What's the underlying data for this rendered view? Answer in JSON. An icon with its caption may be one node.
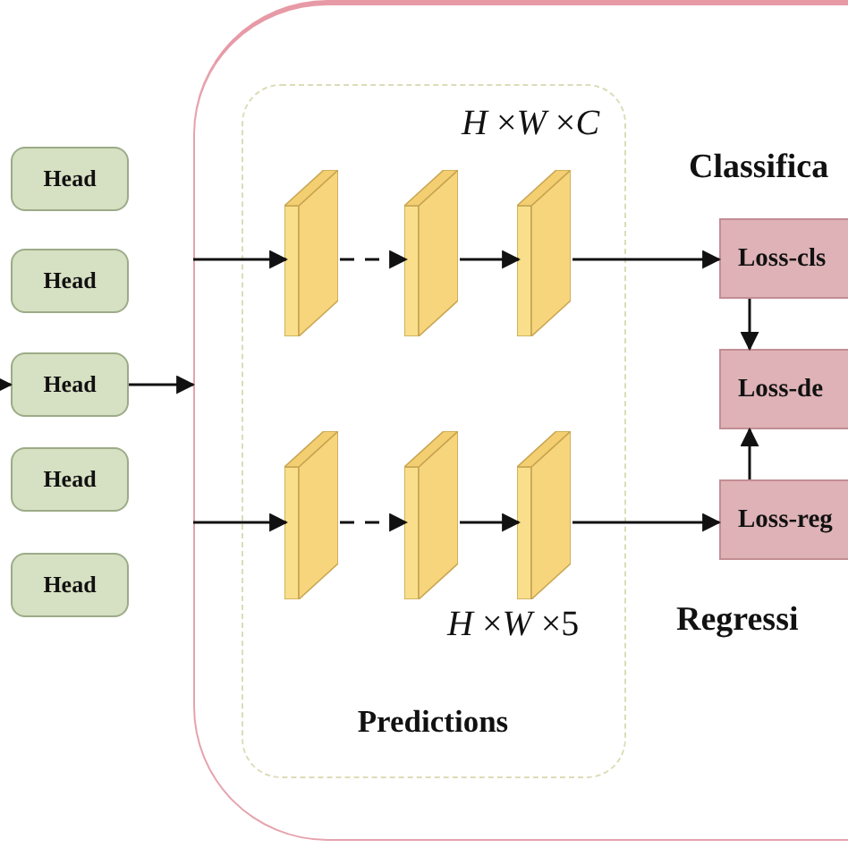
{
  "diagram": {
    "nodes": [
      {
        "text": [],
        "shape": "box"
      },
      {
        "text": [
          "Predictions"
        ],
        "in": 0
      },
      {
        "text": [],
        "shape": "box",
        "in": 1
      },
      {
        "text": [],
        "shape": "box",
        "in": 1
      },
      {
        "text": [],
        "shape": "box",
        "in": 1
      },
      {
        "text": [],
        "shape": "box",
        "in": 1
      },
      {
        "text": [],
        "shape": "box",
        "in": 1
      },
      {
        "text": [],
        "shape": "box",
        "in": 1
      },
      {
        "text": [
          "Loss-cls"
        ],
        "in": 0
      },
      {
        "text": [
          "Loss-de"
        ],
        "in": 0
      },
      {
        "text": [
          "Loss-reg"
        ],
        "in": 0
      },
      {
        "text": [
          "Head"
        ]
      },
      {
        "text": [
          "Head"
        ]
      },
      {
        "text": [
          "Head"
        ]
      },
      {
        "text": [
          "Head"
        ]
      },
      {
        "text": [
          "Head"
        ]
      }
    ],
    "edges": [
      {
        "from": null,
        "to": 13,
        "arrow": "to"
      },
      {
        "from": 13,
        "to": 0,
        "arrow": "to"
      },
      {
        "from": null,
        "to": 2,
        "arrow": "to"
      },
      {
        "from": 2,
        "to": 3,
        "arrow": "to",
        "style": "dashed"
      },
      {
        "from": 3,
        "to": 4,
        "arrow": "to"
      },
      {
        "from": 4,
        "to": 8,
        "arrow": "to"
      },
      {
        "from": null,
        "to": 5,
        "arrow": "to"
      },
      {
        "from": 5,
        "to": 6,
        "arrow": "to",
        "style": "dashed"
      },
      {
        "from": 6,
        "to": 7,
        "arrow": "to"
      },
      {
        "from": 7,
        "to": 10,
        "arrow": "to"
      },
      {
        "from": 8,
        "to": 9,
        "arrow": "to"
      },
      {
        "from": 10,
        "to": 9,
        "arrow": "to"
      }
    ],
    "labels": [
      "*H* ×*W* ×*C*",
      "Classifica",
      "*H* ×*W* ×5",
      "Regressi"
    ]
  }
}
